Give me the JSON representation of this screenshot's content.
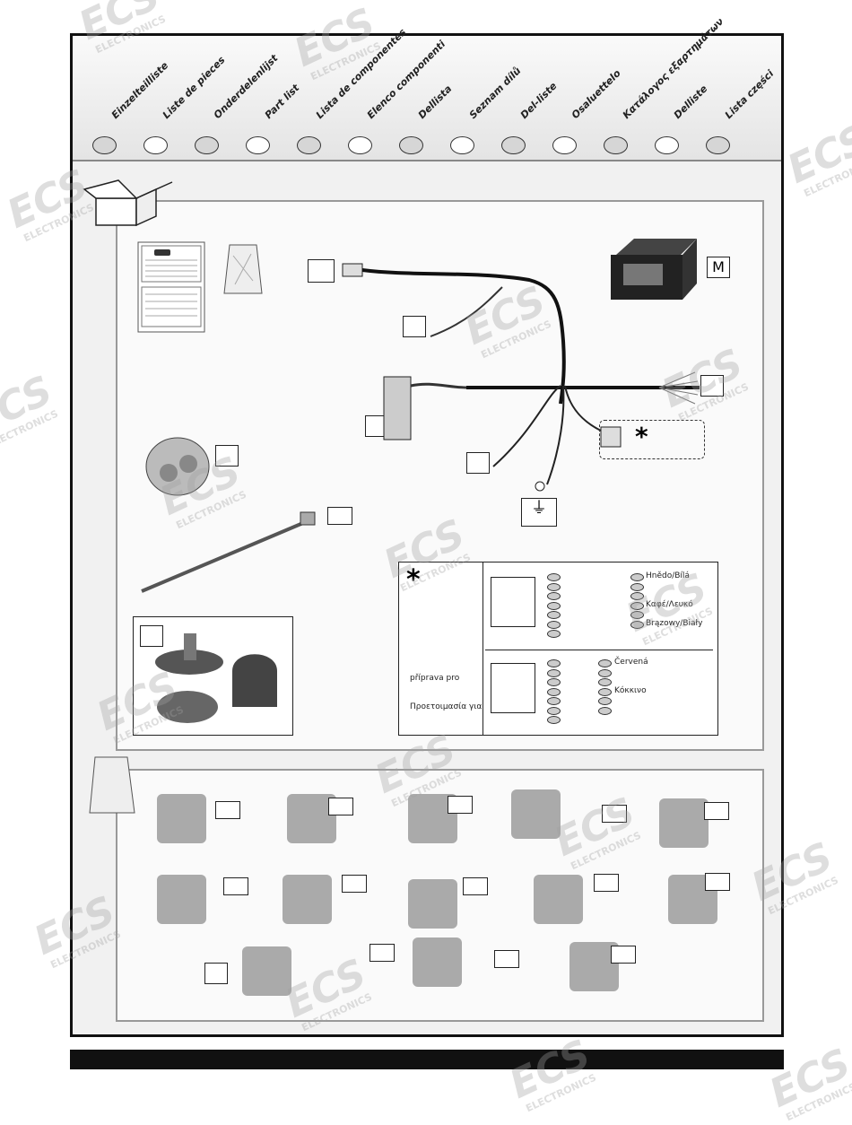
{
  "header_labels": [
    "Einzelteilliste",
    "Liste de pieces",
    "Onderdelenlijst",
    "Part list",
    "Lista de componentes",
    "Elenco componenti",
    "Dellista",
    "Seznam dílů",
    "Del-liste",
    "Osaluettelo",
    "Κατάλογος εξαρτημάτων",
    "Delliste",
    "Lista części"
  ],
  "module_label": "M",
  "asterisk": "*",
  "legend": {
    "asterisk": "*",
    "prep_cz": "příprava pro",
    "prep_gr": "Προετοιμασία για",
    "top_colors": [
      "Hnědo/Bílá",
      "",
      "",
      "Καφέ/Λευκό",
      "",
      "Brązowy/Biały"
    ],
    "bottom_colors": [
      "Červená",
      "",
      "",
      "Κόκκινο",
      "",
      ""
    ]
  },
  "watermark": {
    "brand": "ECS",
    "sub": "ELECTRONICS"
  },
  "colors": {
    "frame": "#111111",
    "panel": "#fafafa",
    "oval": "#cccccc"
  }
}
